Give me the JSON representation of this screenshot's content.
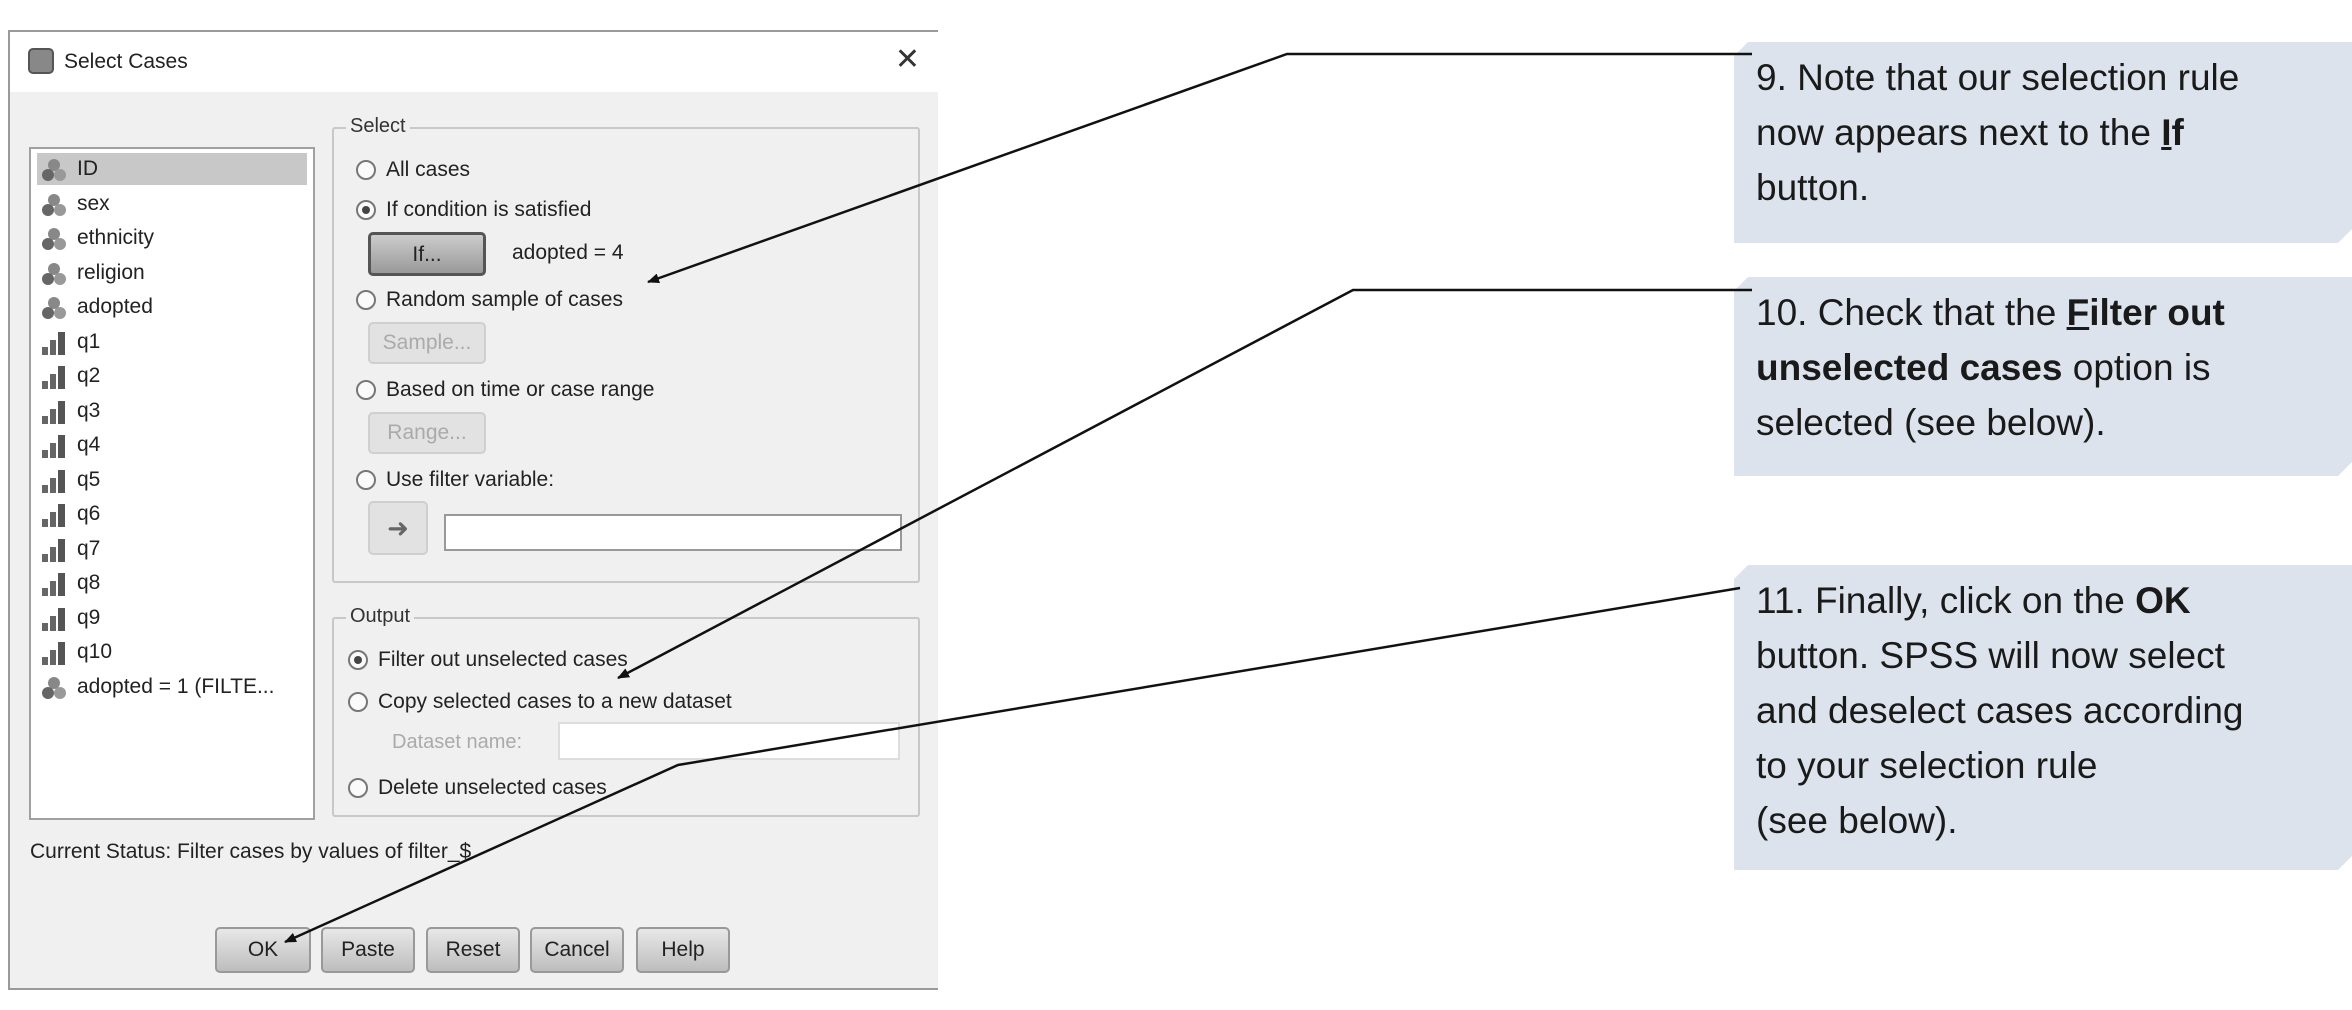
{
  "dialog": {
    "title": "Select Cases",
    "close_icon": "close-icon",
    "variables": [
      {
        "name": "ID",
        "type": "nominal"
      },
      {
        "name": "sex",
        "type": "nominal"
      },
      {
        "name": "ethnicity",
        "type": "nominal"
      },
      {
        "name": "religion",
        "type": "nominal"
      },
      {
        "name": "adopted",
        "type": "nominal"
      },
      {
        "name": "q1",
        "type": "scale"
      },
      {
        "name": "q2",
        "type": "scale"
      },
      {
        "name": "q3",
        "type": "scale"
      },
      {
        "name": "q4",
        "type": "scale"
      },
      {
        "name": "q5",
        "type": "scale"
      },
      {
        "name": "q6",
        "type": "scale"
      },
      {
        "name": "q7",
        "type": "scale"
      },
      {
        "name": "q8",
        "type": "scale"
      },
      {
        "name": "q9",
        "type": "scale"
      },
      {
        "name": "q10",
        "type": "scale"
      },
      {
        "name": "adopted = 1 (FILTE...",
        "type": "nominal"
      }
    ],
    "select": {
      "legend": "Select",
      "all_cases": "All cases",
      "if_condition": "If condition is satisfied",
      "if_button": "If...",
      "condition": "adopted = 4",
      "random_sample": "Random sample of cases",
      "sample_button": "Sample...",
      "time_range": "Based on time or case range",
      "range_button": "Range...",
      "use_filter": "Use filter variable:",
      "filter_value": ""
    },
    "output": {
      "legend": "Output",
      "filter_out": "Filter out unselected cases",
      "copy": "Copy selected cases to a new dataset",
      "dataset_label": "Dataset name:",
      "dataset_value": "",
      "delete": "Delete unselected cases"
    },
    "status": "Current Status: Filter cases by values of filter_$",
    "buttons": {
      "ok": "OK",
      "paste": "Paste",
      "reset": "Reset",
      "cancel": "Cancel",
      "help": "Help"
    }
  },
  "notes": [
    {
      "a": "9. Note that our selection rule",
      "b": "now appears next to the ",
      "c": "I",
      "d": "f",
      "e": "button."
    },
    {
      "a": "10. Check that the ",
      "b": "F",
      "c": "ilter out",
      "d": "unselected cases",
      "e": " option is",
      "f": "selected (see below)."
    },
    {
      "a": "11. Finally, click on the ",
      "b": "OK",
      "c": "button. SPSS will now select",
      "d": "and deselect cases according",
      "e": "to your selection rule",
      "f": "(see below)."
    }
  ],
  "colors": {
    "note_bg": "#dce3ed",
    "dialog_bg": "#f0f0f0"
  }
}
